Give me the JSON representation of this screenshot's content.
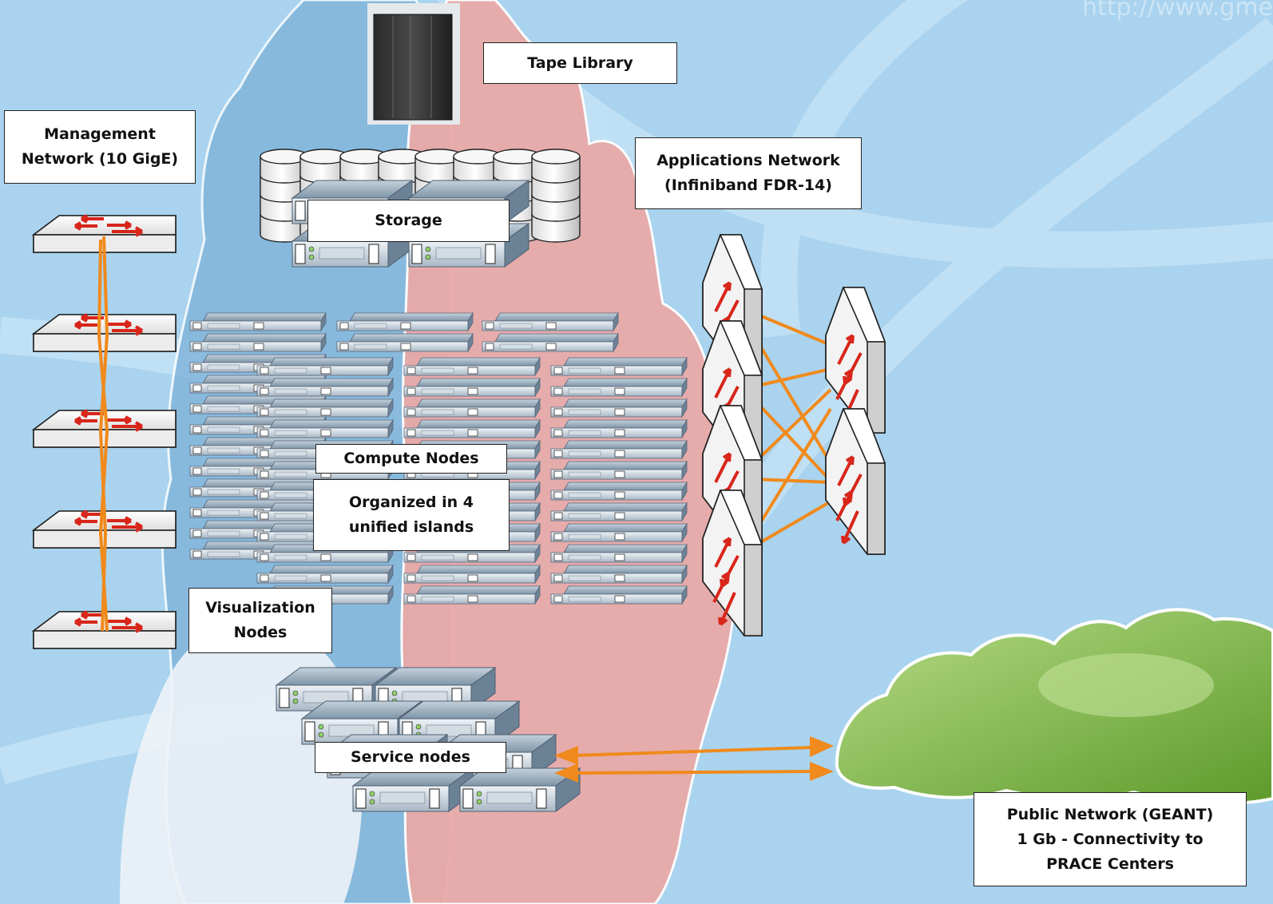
{
  "watermark": "http://www.gme",
  "labels": {
    "tape_library": "Tape Library",
    "management": [
      "Management",
      "Network (10 GigE)"
    ],
    "storage": "Storage",
    "applications": [
      "Applications Network",
      "(Infiniband FDR-14)"
    ],
    "compute": "Compute Nodes",
    "islands": [
      "Organized in 4",
      "unified islands"
    ],
    "visualization": [
      "Visualization",
      "Nodes"
    ],
    "service": "Service nodes",
    "public": [
      "Public Network (GEANT)",
      "1 Gb - Connectivity to",
      "PRACE Centers"
    ]
  },
  "colors": {
    "background": "#a9d3ee",
    "management_cloud": "#7fb3da",
    "applications_cloud": "#e9aaa8",
    "public_cloud": "#8fbf55",
    "link": "#f08a1c",
    "switch_arrow": "#d8261b"
  },
  "icons": [
    "tape-library-icon",
    "database-icon",
    "server-icon",
    "network-switch-icon"
  ]
}
